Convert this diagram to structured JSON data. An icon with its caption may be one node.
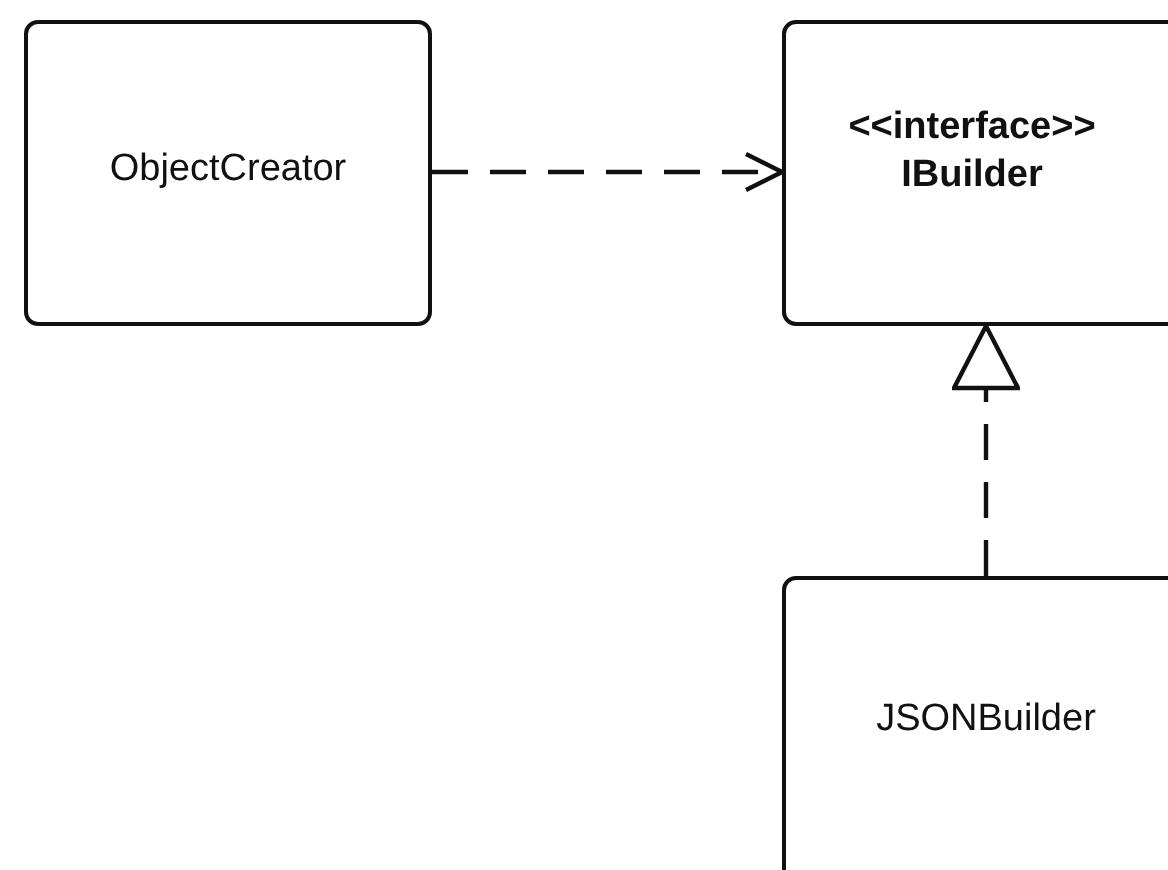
{
  "diagram": {
    "nodes": [
      {
        "text": [
          "ObjectCreator"
        ]
      },
      {
        "text": [
          "<<interface>>",
          "IBuilder"
        ]
      },
      {
        "text": [
          "JSONBuilder"
        ]
      }
    ],
    "edges": [
      {
        "from": 0,
        "to": 1,
        "arrow": "to",
        "style": "dashed"
      },
      {
        "from": 2,
        "to": 1,
        "arrow": "to",
        "style": "dashed"
      }
    ]
  }
}
